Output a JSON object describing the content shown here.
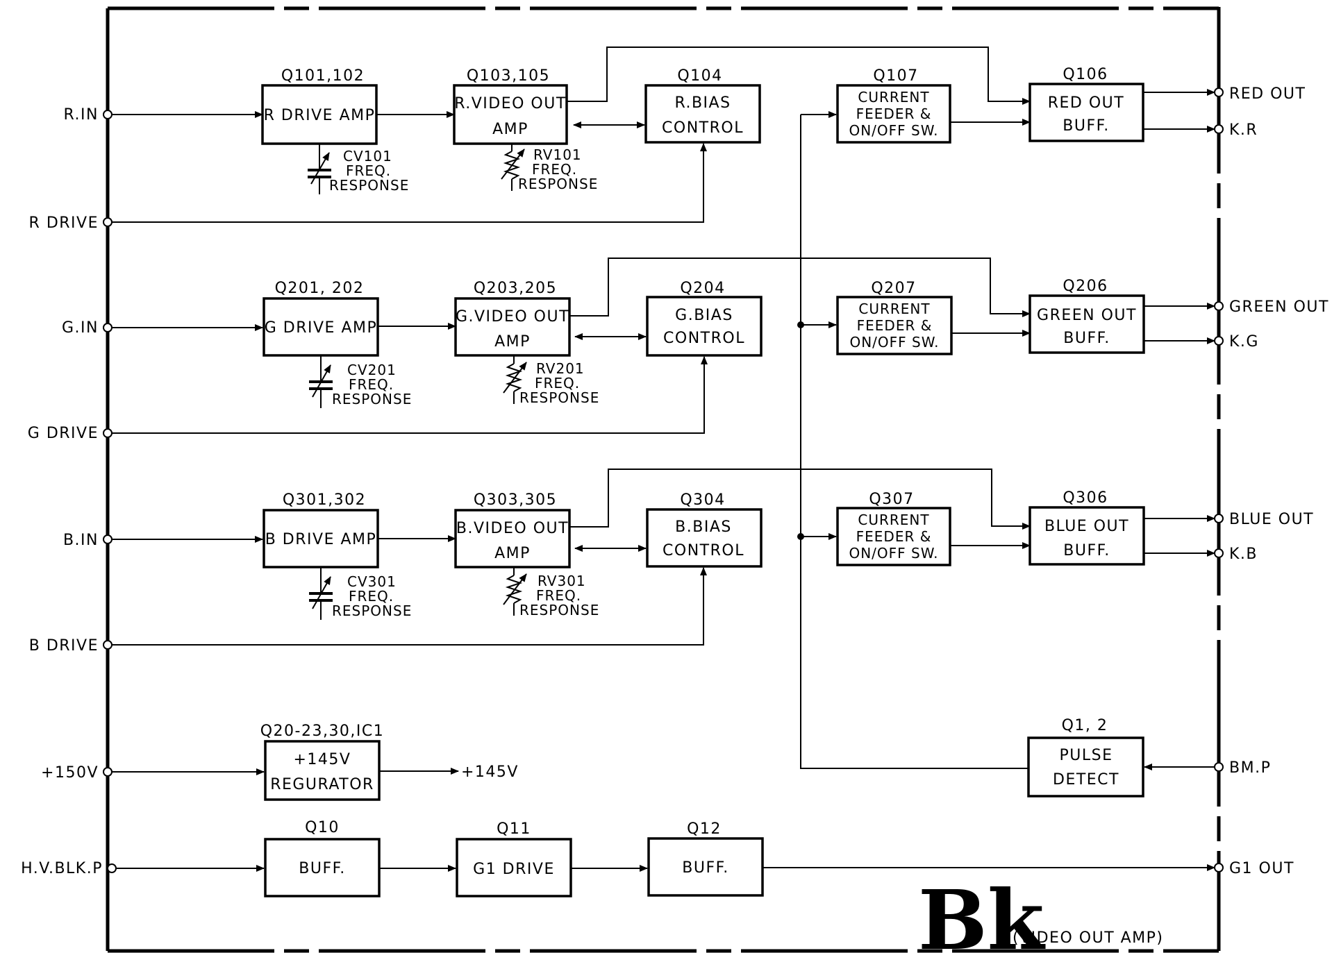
{
  "inputs": {
    "r_in": "R.IN",
    "r_drive": "R DRIVE",
    "g_in": "G.IN",
    "g_drive": "G DRIVE",
    "b_in": "B.IN",
    "b_drive": "B DRIVE",
    "v150": "+150V",
    "hv_blk": "H.V.BLK.P"
  },
  "outputs": {
    "red_out": "RED OUT",
    "kr": "K.R",
    "green_out": "GREEN OUT",
    "kg": "K.G",
    "blue_out": "BLUE OUT",
    "kb": "K.B",
    "bmp": "BM.P",
    "g1_out": "G1 OUT"
  },
  "red": {
    "drive_ref": "Q101,102",
    "drive_label": "R DRIVE AMP",
    "video_ref": "Q103,105",
    "video_l1": "R.VIDEO OUT",
    "video_l2": "AMP",
    "bias_ref": "Q104",
    "bias_l1": "R.BIAS",
    "bias_l2": "CONTROL",
    "feeder_ref": "Q107",
    "feeder_l1": "CURRENT",
    "feeder_l2": "FEEDER &",
    "feeder_l3": "ON/OFF SW.",
    "buff_ref": "Q106",
    "buff_l1": "RED OUT",
    "buff_l2": "BUFF.",
    "cv_name": "CV101",
    "cv_l2": "FREQ.",
    "cv_l3": "RESPONSE",
    "rv_name": "RV101",
    "rv_l2": "FREQ.",
    "rv_l3": "RESPONSE"
  },
  "green": {
    "drive_ref": "Q201, 202",
    "drive_label": "G DRIVE AMP",
    "video_ref": "Q203,205",
    "video_l1": "G.VIDEO OUT",
    "video_l2": "AMP",
    "bias_ref": "Q204",
    "bias_l1": "G.BIAS",
    "bias_l2": "CONTROL",
    "feeder_ref": "Q207",
    "feeder_l1": "CURRENT",
    "feeder_l2": "FEEDER &",
    "feeder_l3": "ON/OFF SW.",
    "buff_ref": "Q206",
    "buff_l1": "GREEN OUT",
    "buff_l2": "BUFF.",
    "cv_name": "CV201",
    "cv_l2": "FREQ.",
    "cv_l3": "RESPONSE",
    "rv_name": "RV201",
    "rv_l2": "FREQ.",
    "rv_l3": "RESPONSE"
  },
  "blue": {
    "drive_ref": "Q301,302",
    "drive_label": "B DRIVE AMP",
    "video_ref": "Q303,305",
    "video_l1": "B.VIDEO OUT",
    "video_l2": "AMP",
    "bias_ref": "Q304",
    "bias_l1": "B.BIAS",
    "bias_l2": "CONTROL",
    "feeder_ref": "Q307",
    "feeder_l1": "CURRENT",
    "feeder_l2": "FEEDER &",
    "feeder_l3": "ON/OFF SW.",
    "buff_ref": "Q306",
    "buff_l1": "BLUE OUT",
    "buff_l2": "BUFF.",
    "cv_name": "CV301",
    "cv_l2": "FREQ.",
    "cv_l3": "RESPONSE",
    "rv_name": "RV301",
    "rv_l2": "FREQ.",
    "rv_l3": "RESPONSE"
  },
  "regulator": {
    "ref": "Q20-23,30,IC1",
    "l1": "+145V",
    "l2": "REGURATOR",
    "out": "+145V"
  },
  "pulse": {
    "ref": "Q1, 2",
    "l1": "PULSE",
    "l2": "DETECT"
  },
  "g1chain": {
    "buff1_ref": "Q10",
    "buff1_label": "BUFF.",
    "drive_ref": "Q11",
    "drive_label": "G1 DRIVE",
    "buff2_ref": "Q12",
    "buff2_label": "BUFF."
  },
  "badge": {
    "big": "Bk",
    "sub": "(VIDEO OUT AMP)"
  }
}
